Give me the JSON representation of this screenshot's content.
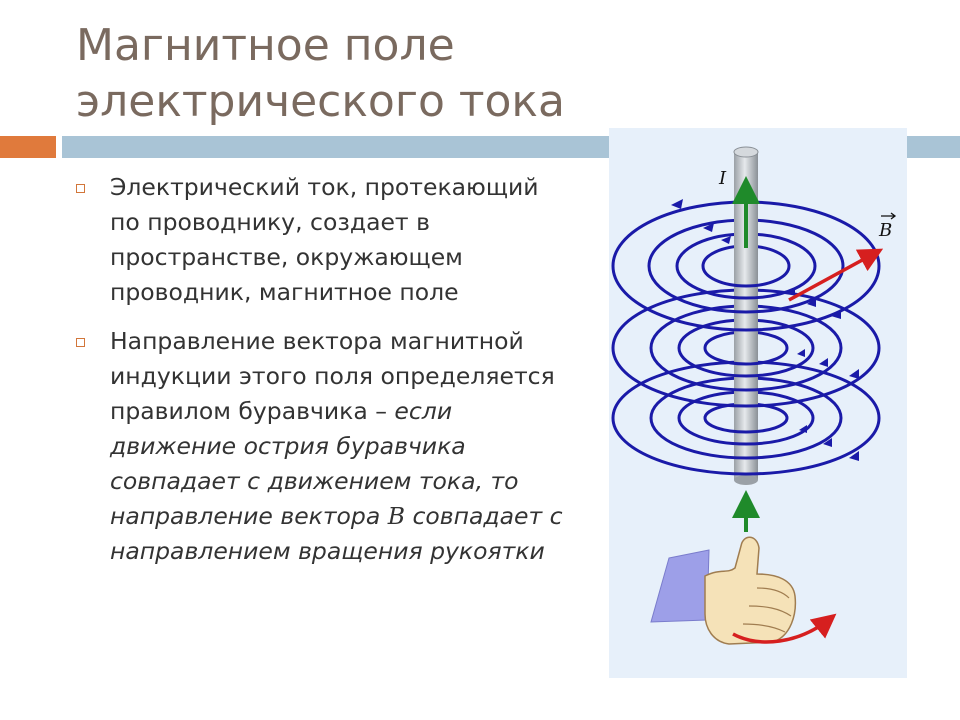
{
  "slide": {
    "title": "Магнитное поле электрического тока",
    "bullets": [
      {
        "text": "Электрический ток, протекающий по проводнику, создает в пространстве, окружающем проводник, магнитное поле"
      },
      {
        "text_plain": "Направление вектора магнитной индукции этого поля определяется правилом буравчика – ",
        "text_italic": "если движение острия буравчика совпадает с движением тока, то направление вектора ",
        "symbol": "B",
        "text_italic_end": " совпадает с направлением вращения рукоятки"
      }
    ]
  },
  "figure": {
    "label_current": "I",
    "label_field": "B",
    "colors": {
      "field_lines": "#1a1aa8",
      "current_arrow": "#1f8a2a",
      "vector_b": "#d61f1f",
      "background": "#e7f0fa"
    }
  }
}
